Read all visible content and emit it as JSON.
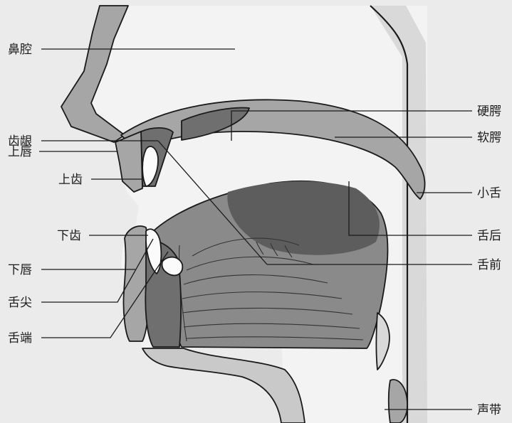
{
  "diagram": {
    "labels": {
      "nasal_cavity": "鼻腔",
      "alveolar_ridge": "齿龈",
      "upper_lip": "上唇",
      "upper_teeth": "上齿",
      "lower_teeth": "下齿",
      "lower_lip": "下唇",
      "tongue_tip": "舌尖",
      "tongue_blade": "舌端",
      "hard_palate": "硬腭",
      "soft_palate": "软腭",
      "uvula": "小舌",
      "tongue_back": "舌后",
      "tongue_front": "舌前",
      "vocal_cords": "声带"
    },
    "colors": {
      "background": "#ebebeb",
      "cavity_light": "#f4f4f4",
      "soft_tissue": "#a6a6a6",
      "tongue": "#8a8a8a",
      "tongue_back_dark": "#5d5d5d",
      "throat": "#c9c9c9",
      "teeth": "#fbfbfb",
      "line": "#1a1a1a"
    }
  }
}
